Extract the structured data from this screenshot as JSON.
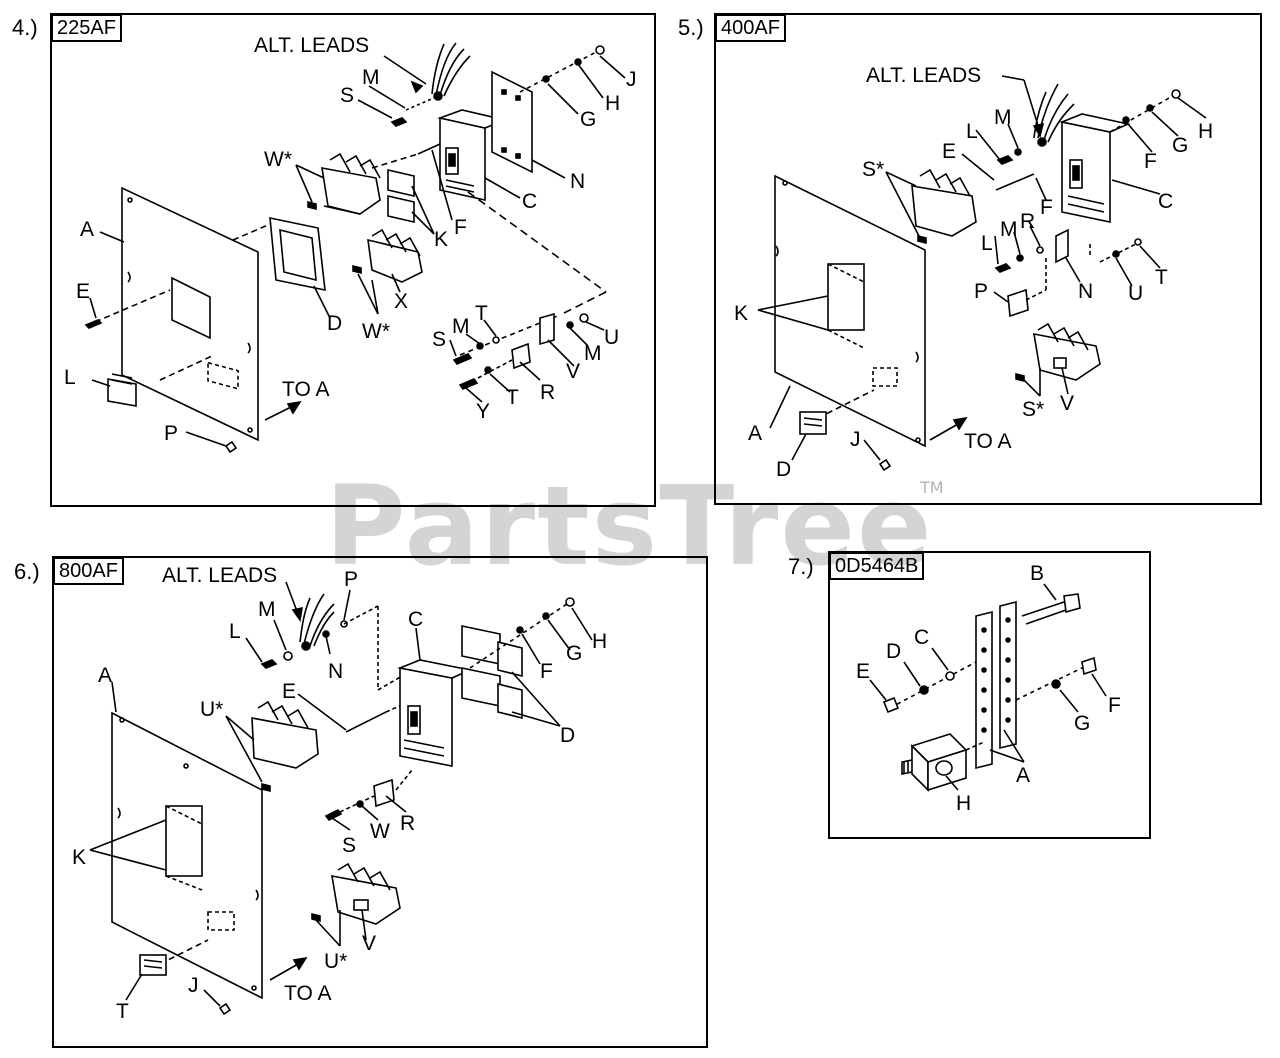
{
  "watermark": {
    "text": "PartsTree",
    "tm": "TM"
  },
  "panels": [
    {
      "number": "4.)",
      "title": "225AF",
      "callouts": [
        "ALT. LEADS",
        "M",
        "S",
        "J",
        "H",
        "G",
        "N",
        "C",
        "W*",
        "A",
        "E",
        "D",
        "K",
        "F",
        "X",
        "W*",
        "S",
        "M",
        "T",
        "U",
        "M",
        "V",
        "R",
        "T",
        "Y",
        "L",
        "P",
        "TO A"
      ]
    },
    {
      "number": "5.)",
      "title": "400AF",
      "callouts": [
        "ALT. LEADS",
        "L",
        "M",
        "E",
        "S*",
        "H",
        "G",
        "F",
        "F",
        "C",
        "K",
        "L",
        "M",
        "R",
        "N",
        "U",
        "T",
        "P",
        "S*",
        "V",
        "A",
        "D",
        "J",
        "TO A"
      ]
    },
    {
      "number": "6.)",
      "title": "800AF",
      "callouts": [
        "ALT. LEADS",
        "P",
        "C",
        "L",
        "M",
        "N",
        "H",
        "G",
        "F",
        "D",
        "A",
        "U*",
        "E",
        "K",
        "S",
        "W",
        "R",
        "V",
        "U*",
        "T",
        "J",
        "TO A"
      ]
    },
    {
      "number": "7.)",
      "title": "0D5464B",
      "callouts": [
        "B",
        "C",
        "D",
        "E",
        "F",
        "G",
        "A",
        "H"
      ]
    }
  ]
}
